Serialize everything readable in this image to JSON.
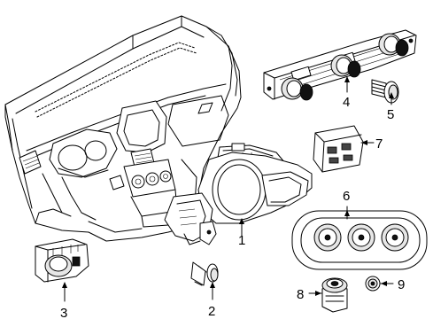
{
  "callouts": [
    {
      "id": "part-1",
      "number": "1"
    },
    {
      "id": "part-2",
      "number": "2"
    },
    {
      "id": "part-3",
      "number": "3"
    },
    {
      "id": "part-4",
      "number": "4"
    },
    {
      "id": "part-5",
      "number": "5"
    },
    {
      "id": "part-6",
      "number": "6"
    },
    {
      "id": "part-7",
      "number": "7"
    },
    {
      "id": "part-8",
      "number": "8"
    },
    {
      "id": "part-9",
      "number": "9"
    }
  ]
}
